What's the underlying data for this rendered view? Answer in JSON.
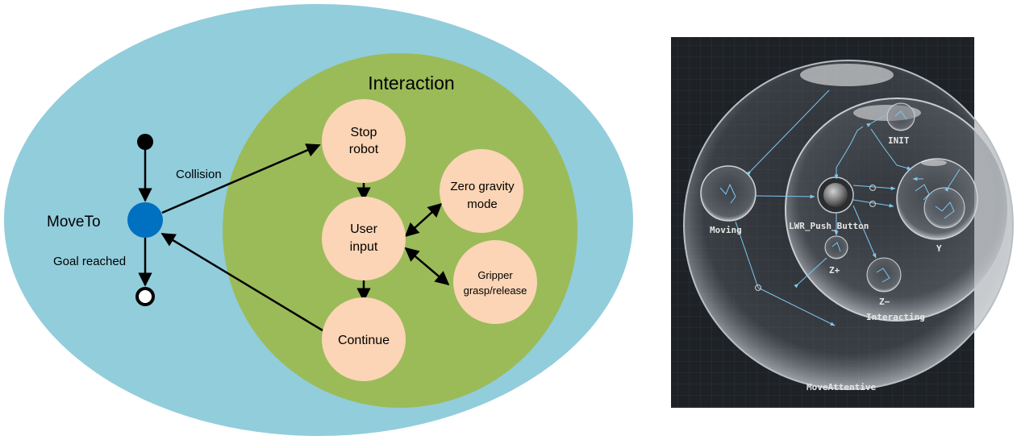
{
  "left_diagram": {
    "outer_state": {
      "label": "MoveTo"
    },
    "inner_region": {
      "title": "Interaction"
    },
    "nodes": {
      "stop_robot": [
        "Stop",
        "robot"
      ],
      "user_input": [
        "User",
        "input"
      ],
      "continue": [
        "Continue"
      ],
      "zero_gravity": [
        "Zero gravity",
        "mode"
      ],
      "gripper": [
        "Gripper",
        "grasp/release"
      ]
    },
    "edge_labels": {
      "collision": "Collision",
      "goal_reached": "Goal reached"
    },
    "colors": {
      "outer_fill": "#92cddc",
      "inner_fill": "#9bbb59",
      "node_fill": "#fbd5b5",
      "moveto_fill": "#0070c0",
      "edge": "#000000"
    }
  },
  "right_diagram": {
    "labels": {
      "init": "INIT",
      "moving": "Moving",
      "lwr_push_button": "LWR_Push_Button",
      "y": "Y",
      "z_plus": "Z+",
      "z_minus": "Z−",
      "interacting": "Interacting",
      "move_attentive": "MoveAttentive"
    },
    "colors": {
      "background": "#1e2227",
      "label": "#e6e6e6",
      "transition": "#7ec8f0"
    }
  }
}
